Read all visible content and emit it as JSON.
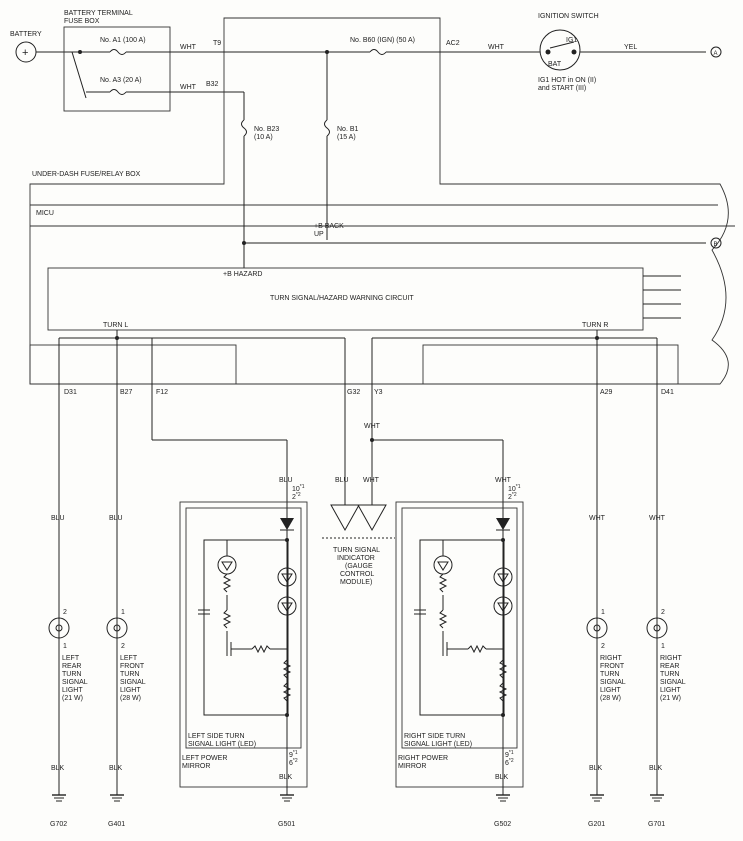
{
  "battery": {
    "label": "BATTERY",
    "symbol": "+"
  },
  "battery_fuse_box": {
    "title1": "BATTERY TERMINAL",
    "title2": "FUSE BOX",
    "fuse_a1": "No. A1 (100 A)",
    "fuse_a3": "No. A3 (20 A)"
  },
  "top_wires": {
    "wht1": "WHT",
    "t9": "T9",
    "wht2": "WHT",
    "b32": "B32",
    "fuse_b60": "No. B60 (IGN) (50 A)",
    "ac2": "AC2",
    "wht3": "WHT",
    "yel": "YEL",
    "conn_a": "A"
  },
  "ignition": {
    "title": "IGNITION SWITCH",
    "ig1": "IG1",
    "bat": "BAT",
    "note1": "IG1 HOT in ON (II)",
    "note2": "and START (III)"
  },
  "fuses": {
    "b23_1": "No. B23",
    "b23_2": "(10 A)",
    "b1_1": "No. B1",
    "b1_2": "(15 A)"
  },
  "underdash": {
    "title": "UNDER-DASH FUSE/RELAY BOX",
    "micu": "MICU",
    "backup1": "+B BACK",
    "backup2": "UP",
    "conn_b": "B",
    "hazard": "+B HAZARD",
    "circuit": "TURN SIGNAL/HAZARD WARNING CIRCUIT",
    "turn_l": "TURN L",
    "turn_r": "TURN R"
  },
  "connectors": {
    "d31": "D31",
    "b27": "B27",
    "f12": "F12",
    "g32": "G32",
    "y3": "Y3",
    "a29": "A29",
    "d41": "D41"
  },
  "wire_colors": {
    "blu1": "BLU",
    "blu2": "BLU",
    "blu3": "BLU",
    "blu4": "BLU",
    "wht_y3": "WHT",
    "wht_ind": "WHT",
    "wht_mr": "WHT",
    "wht_rf": "WHT",
    "wht_rr": "WHT",
    "blk1": "BLK",
    "blk2": "BLK",
    "blk3": "BLK",
    "blk4": "BLK",
    "blk5": "BLK",
    "blk6": "BLK"
  },
  "pins": {
    "lm_top1": "10",
    "lm_top1_sup": "*1",
    "lm_top2": "2",
    "lm_top2_sup": "*2",
    "rm_top1": "10",
    "rm_top1_sup": "*1",
    "rm_top2": "2",
    "rm_top2_sup": "*2",
    "lm_bot1": "9",
    "lm_bot1_sup": "*1",
    "lm_bot2": "6",
    "lm_bot2_sup": "*2",
    "rm_bot1": "9",
    "rm_bot1_sup": "*1",
    "rm_bot2": "6",
    "rm_bot2_sup": "*2",
    "lr_2": "2",
    "lr_1": "1",
    "lf_1": "1",
    "lf_2": "2",
    "rf_2": "2",
    "rf_1": "1",
    "rr_1": "1",
    "rr_2": "2"
  },
  "indicator": {
    "l1": "TURN SIGNAL",
    "l2": "INDICATOR",
    "l3": "(GAUGE",
    "l4": "CONTROL",
    "l5": "MODULE)"
  },
  "lights": {
    "left_rear": [
      "LEFT",
      "REAR",
      "TURN",
      "SIGNAL",
      "LIGHT",
      "(21 W)"
    ],
    "left_front": [
      "LEFT",
      "FRONT",
      "TURN",
      "SIGNAL",
      "LIGHT",
      "(28 W)"
    ],
    "right_front": [
      "RIGHT",
      "FRONT",
      "TURN",
      "SIGNAL",
      "LIGHT",
      "(28 W)"
    ],
    "right_rear": [
      "RIGHT",
      "REAR",
      "TURN",
      "SIGNAL",
      "LIGHT",
      "(21 W)"
    ]
  },
  "mirrors": {
    "left_led1": "LEFT SIDE TURN",
    "left_led2": "SIGNAL LIGHT (LED)",
    "left_m1": "LEFT POWER",
    "left_m2": "MIRROR",
    "right_led1": "RIGHT SIDE TURN",
    "right_led2": "SIGNAL LIGHT (LED)",
    "right_m1": "RIGHT POWER",
    "right_m2": "MIRROR"
  },
  "grounds": {
    "g702": "G702",
    "g401": "G401",
    "g501": "G501",
    "g502": "G502",
    "g201": "G201",
    "g701": "G701"
  }
}
